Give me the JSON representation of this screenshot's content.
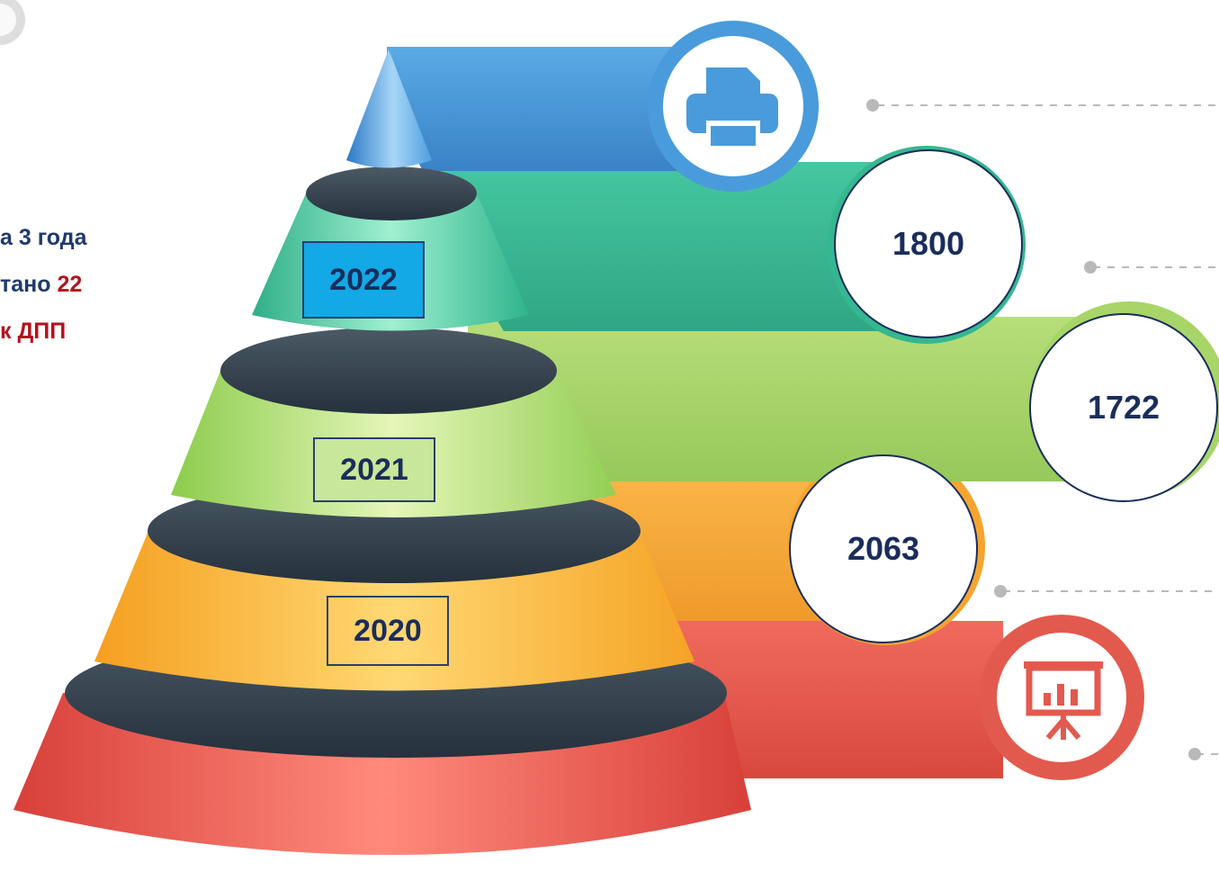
{
  "side_text": {
    "line1": "а 3 года",
    "line2_prefix": "тано ",
    "line2_accent": "22",
    "line3": "к ДПП"
  },
  "years": {
    "y2022": "2022",
    "y2021": "2021",
    "y2020": "2020"
  },
  "values": {
    "v2022": "1800",
    "v2021": "1722",
    "v2020": "2063"
  },
  "icons": {
    "top": "printer-icon",
    "bottom": "presentation-chart-icon"
  },
  "colors": {
    "blue": "#4a9bdb",
    "teal": "#3cc09a",
    "green": "#a9d86a",
    "orange": "#fbb040",
    "red": "#ec5a4e",
    "text_navy": "#1a2d5c",
    "text_red": "#b3121d"
  }
}
